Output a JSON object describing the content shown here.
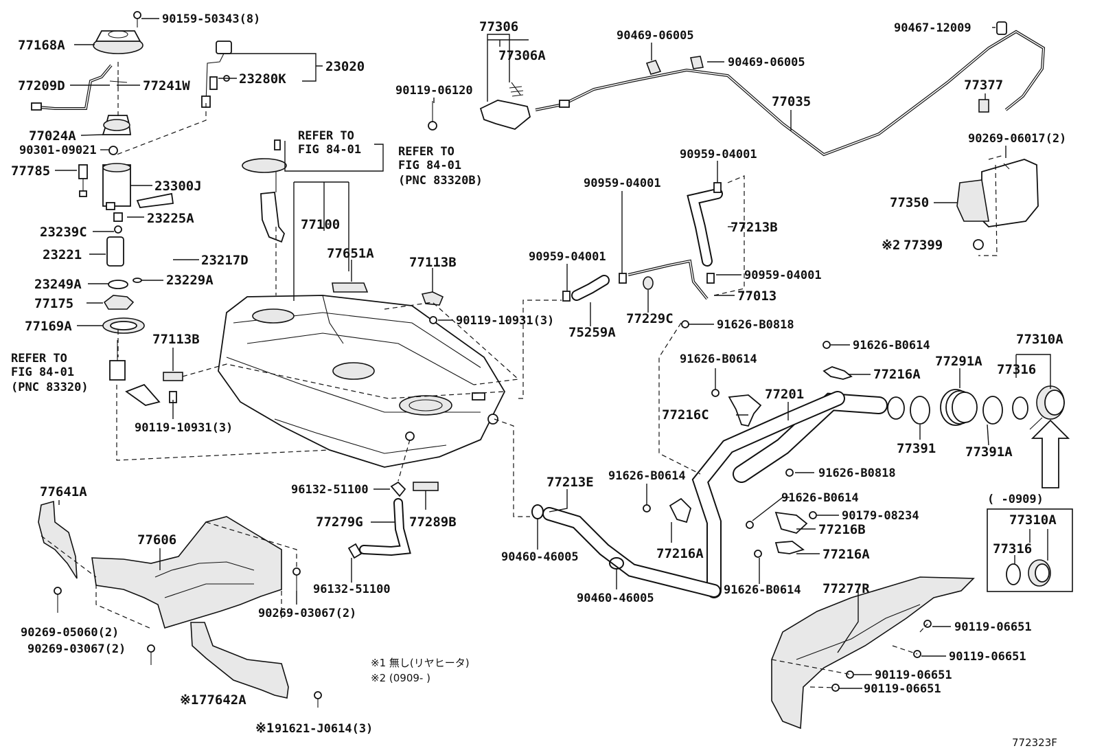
{
  "diagram_id": "772323F",
  "part_labels": {
    "p77168A": "77168A",
    "p90159": "90159-50343(8)",
    "p77209D": "77209D",
    "p77241W": "77241W",
    "p77024A": "77024A",
    "p90301": "90301-09021",
    "p77785": "77785",
    "p23300J": "23300J",
    "p23225A": "23225A",
    "p23239C": "23239C",
    "p23221": "23221",
    "p23217D": "23217D",
    "p23249A": "23249A",
    "p23229A": "23229A",
    "p77175": "77175",
    "p77169A": "77169A",
    "p23020": "23020",
    "p23280K": "23280K",
    "p77113B_l": "77113B",
    "p90119_10931_l": "90119-10931(3)",
    "p77100": "77100",
    "p77651A": "77651A",
    "p77113B_r": "77113B",
    "p90119_10931_r": "90119-10931(3)",
    "p77306": "77306",
    "p77306A": "77306A",
    "p90119_06120": "90119-06120",
    "p90469_a": "90469-06005",
    "p90469_b": "90469-06005",
    "p90467": "90467-12009",
    "p77035": "77035",
    "p77377": "77377",
    "p90269_06017": "90269-06017(2)",
    "p77350": "77350",
    "p77399": "77399",
    "p90959_a": "90959-04001",
    "p77213B": "77213B",
    "p90959_b": "90959-04001",
    "p90959_c": "90959-04001",
    "p90959_d": "90959-04001",
    "p77013": "77013",
    "p75259A": "75259A",
    "p77229C": "77229C",
    "p91626_B0818_a": "91626-B0818",
    "p91626_B0614_a": "91626-B0614",
    "p77216A_a": "77216A",
    "p91626_B0614_b": "91626-B0614",
    "p77216C": "77216C",
    "p77201": "77201",
    "p77291A": "77291A",
    "p77310A": "77310A",
    "p77316": "77316",
    "p77391": "77391",
    "p77391A": "77391A",
    "p91626_B0818_b": "91626-B0818",
    "p91626_B0614_c": "91626-B0614",
    "p77216A_b": "77216A",
    "p91626_B0614_d": "91626-B0614",
    "p90179": "90179-08234",
    "p77216B": "77216B",
    "p77216A_c": "77216A",
    "p91626_B0614_e": "91626-B0614",
    "p77213E": "77213E",
    "p90460_a": "90460-46005",
    "p90460_b": "90460-46005",
    "p96132_a": "96132-51100",
    "p77279G": "77279G",
    "p77289B": "77289B",
    "p96132_b": "96132-51100",
    "p77641A": "77641A",
    "p77606": "77606",
    "p90269_03067_a": "90269-03067(2)",
    "p90269_05060": "90269-05060(2)",
    "p90269_03067_b": "90269-03067(2)",
    "p77642A": "77642A",
    "p91621": "91621-J0614(3)",
    "p77277R": "77277R",
    "p90119_06651_a": "90119-06651",
    "p90119_06651_b": "90119-06651",
    "p90119_06651_c": "90119-06651",
    "p90119_06651_d": "90119-06651",
    "inset_range": "(        -0909)",
    "inset_77310A": "77310A",
    "inset_77316": "77316"
  },
  "refer_to": {
    "ref1_line1": "REFER TO",
    "ref1_line2": "FIG 84-01",
    "ref2_line1": "REFER TO",
    "ref2_line2": "FIG 84-01",
    "ref2_line3": "(PNC 83320B)",
    "ref3_line1": "REFER TO",
    "ref3_line2": "FIG 84-01",
    "ref3_line3": "(PNC 83320)"
  },
  "markers": {
    "m1": "※1",
    "m2": "※2"
  },
  "notes": {
    "note1": "※1 無し(リヤヒータ)",
    "note2": "※2 (0909-      )"
  }
}
